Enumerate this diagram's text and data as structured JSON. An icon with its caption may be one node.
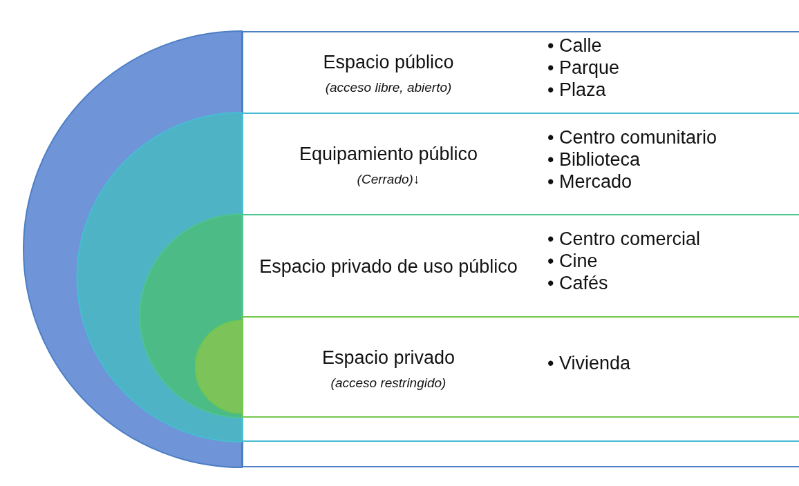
{
  "diagram": {
    "nodes": [
      {
        "text": [
          "Espacio público",
          "(acceso libre, abierto)",
          "• Calle",
          "• Parque",
          "• Plaza"
        ]
      },
      {
        "text": [
          "Equipamiento público",
          "(Cerrado)↓",
          "• Centro comunitario",
          "• Biblioteca",
          "• Mercado"
        ],
        "in": 0
      },
      {
        "text": [
          "Espacio privado de uso público",
          "• Centro comercial",
          "• Cine",
          "• Cafés"
        ],
        "in": 1
      },
      {
        "text": [
          "Espacio privado",
          "(acceso restringido)",
          "• Vivienda"
        ],
        "in": 2
      }
    ]
  }
}
